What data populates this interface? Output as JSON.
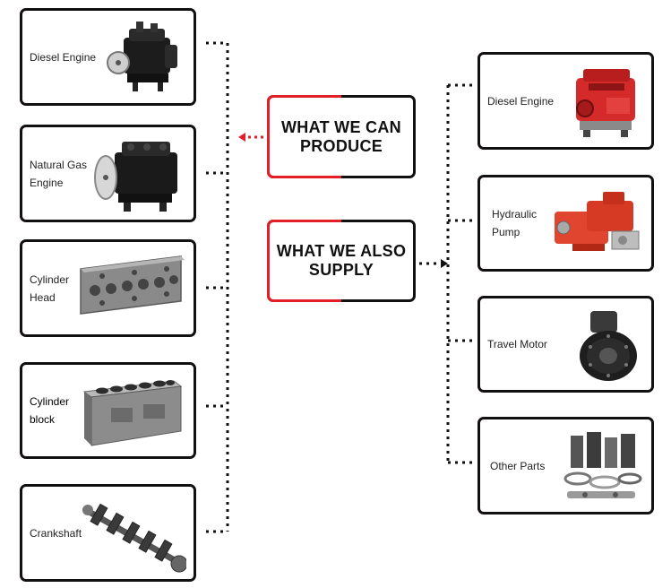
{
  "center": {
    "produce_title": "WHAT WE CAN PRODUCE",
    "supply_title": "WHAT WE ALSO SUPPLY"
  },
  "produce_items": [
    {
      "label": "Diesel Engine",
      "icon": "diesel-engine-dark"
    },
    {
      "label": "Natural Gas Engine",
      "icon": "natural-gas-engine"
    },
    {
      "label": "Cylinder Head",
      "icon": "cylinder-head"
    },
    {
      "label": "Cylinder block",
      "icon": "cylinder-block"
    },
    {
      "label": "Crankshaft",
      "icon": "crankshaft"
    }
  ],
  "supply_items": [
    {
      "label": "Diesel Engine",
      "icon": "diesel-engine-red"
    },
    {
      "label": "Hydraulic Pump",
      "icon": "hydraulic-pump"
    },
    {
      "label": "Travel Motor",
      "icon": "travel-motor"
    },
    {
      "label": "Other Parts",
      "icon": "other-parts"
    }
  ],
  "colors": {
    "accent": "#e41e26",
    "border": "#111111",
    "dots": "#111111"
  }
}
